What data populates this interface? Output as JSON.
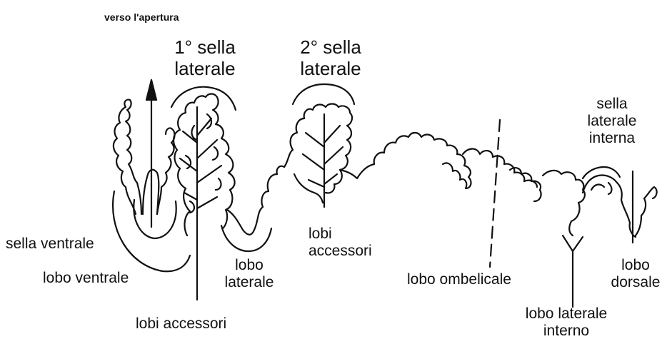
{
  "header": {
    "direction_label": "verso l'apertura"
  },
  "titles": {
    "first_saddle": [
      "1° sella",
      "laterale"
    ],
    "second_saddle": [
      "2° sella",
      "laterale"
    ],
    "internal_saddle": [
      "sella",
      "laterale",
      "interna"
    ]
  },
  "labels": {
    "ventral_saddle": "sella ventrale",
    "ventral_lobe": "lobo ventrale",
    "accessory_lobes_bottom": "lobi accessori",
    "lateral_lobe": [
      "lobo",
      "laterale"
    ],
    "accessory_lobes_mid": [
      "lobi",
      "accessori"
    ],
    "umbilical_lobe": "lobo ombelicale",
    "internal_lateral_lobe": [
      "lobo laterale",
      "interno"
    ],
    "dorsal_lobe": [
      "lobo",
      "dorsale"
    ]
  },
  "colors": {
    "ink": "#111111",
    "background": "#ffffff"
  }
}
